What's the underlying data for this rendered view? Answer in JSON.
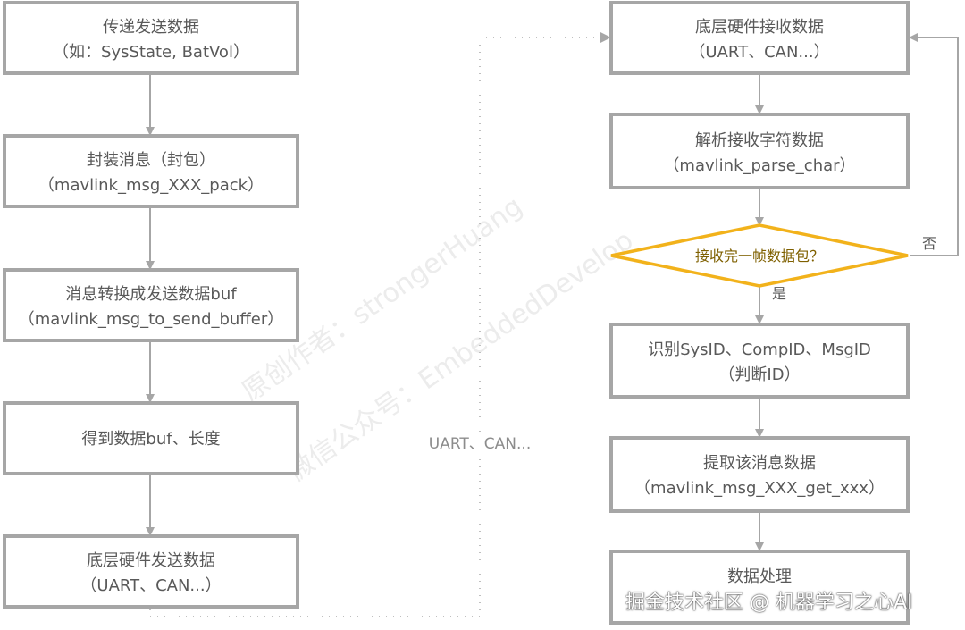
{
  "colors": {
    "box_border": "#a6a6a6",
    "text": "#595959",
    "decision_border": "#f2b21b",
    "decision_text": "#7f6000"
  },
  "sender": [
    {
      "line1": "传递发送数据",
      "line2": "（如：SysState, BatVol）"
    },
    {
      "line1": "封装消息（封包）",
      "line2": "（mavlink_msg_XXX_pack）"
    },
    {
      "line1": "消息转换成发送数据buf",
      "line2": "（mavlink_msg_to_send_buffer）"
    },
    {
      "line1": "得到数据buf、长度",
      "line2": ""
    },
    {
      "line1": "底层硬件发送数据",
      "line2": "（UART、CAN...）"
    }
  ],
  "link_label": "UART、CAN...",
  "receiver": [
    {
      "line1": "底层硬件接收数据",
      "line2": "（UART、CAN...）"
    },
    {
      "line1": "解析接收字符数据",
      "line2": "（mavlink_parse_char）"
    },
    {
      "line1": "识别SysID、CompID、MsgID",
      "line2": "（判断ID）"
    },
    {
      "line1": "提取该消息数据",
      "line2": "（mavlink_msg_XXX_get_xxx）"
    },
    {
      "line1": "数据处理",
      "line2": ""
    }
  ],
  "decision": {
    "label": "接收完一帧数据包？",
    "yes": "是",
    "no": "否"
  },
  "watermarks": [
    "原创作者：strongerHuang",
    "微信公众号：EmbeddedDevelop"
  ],
  "site_watermark": "掘金技术社区 @ 机器学习之心AI"
}
